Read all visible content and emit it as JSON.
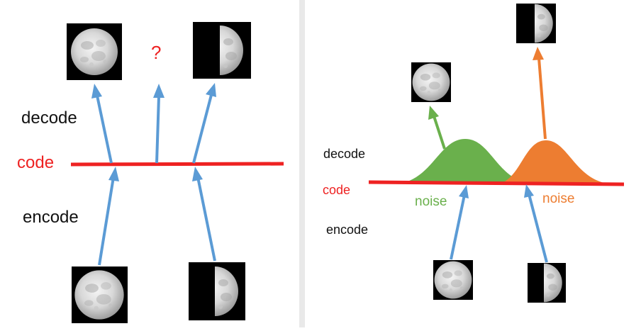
{
  "left_panel": {
    "decode_label": "decode",
    "code_label": "code",
    "encode_label": "encode",
    "question_mark": "?"
  },
  "right_panel": {
    "decode_label": "decode",
    "code_label": "code",
    "encode_label": "encode",
    "noise_left_label": "noise",
    "noise_right_label": "noise"
  },
  "colors": {
    "code_line": "#ee2222",
    "arrow": "#5b9bd5",
    "question": "#ee2222",
    "green_noise": "#6ab04c",
    "orange_noise": "#ed7d31",
    "text": "#111111",
    "divider": "#dddddd",
    "left_bg": "#ffffff",
    "right_bg": "#ffffff"
  },
  "icons": {
    "full_moon": "full-moon-icon",
    "half_moon": "half-moon-icon"
  }
}
